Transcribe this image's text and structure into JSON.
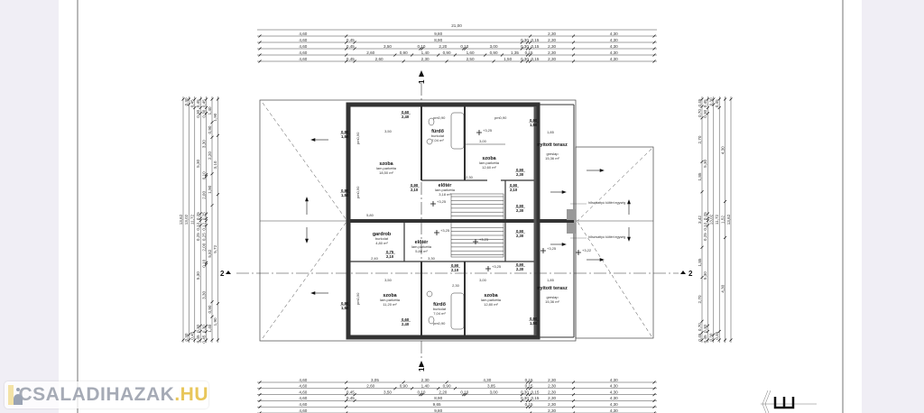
{
  "watermark": {
    "brand": "CSALADIHAZAK",
    "tld": ".HU"
  },
  "plan": {
    "section_marks": {
      "top": "1",
      "bottom": "1",
      "left": "2",
      "right": "2"
    },
    "overall_width": "21,00",
    "dim_rows_top": [
      [
        "4,60",
        "9,80",
        "2,30",
        "4,30"
      ],
      [
        "4,60",
        "0,45",
        "8,90",
        "0,30",
        "0,15",
        "2,30",
        "4,30"
      ],
      [
        "4,60",
        "0,45",
        "3,50",
        "0,10",
        "2,20",
        "0,10",
        "3,00",
        "0,30",
        "0,15",
        "2,30",
        "4,30"
      ],
      [
        "4,60",
        "2,60",
        "0,90",
        "1,40",
        "0,90",
        "1,60",
        "0,90",
        "1,35",
        "0,15",
        "2,30",
        "4,30"
      ],
      [
        "4,60",
        "0,45",
        "2,60",
        "2,30",
        "2,50",
        "1,50",
        "0,30",
        "0,15",
        "2,30",
        "4,30"
      ]
    ],
    "dim_rows_bottom": [
      [
        "4,60",
        "3,05",
        "2,30",
        "4,30",
        "0,15",
        "2,30",
        "4,30"
      ],
      [
        "4,60",
        "2,60",
        "0,90",
        "1,40",
        "0,90",
        "3,85",
        "0,15",
        "2,30",
        "4,30"
      ],
      [
        "4,60",
        "0,45",
        "3,50",
        "0,10",
        "2,20",
        "0,10",
        "3,00",
        "0,30",
        "0,15",
        "2,30",
        "4,30"
      ],
      [
        "4,60",
        "0,45",
        "8,90",
        "0,30",
        "0,15",
        "2,30",
        "4,30"
      ],
      [
        "4,60",
        "9,65",
        "0,15",
        "2,30",
        "4,30"
      ],
      [
        "4,60",
        "9,80",
        "2,30",
        "4,30"
      ]
    ],
    "dim_cols_left": [
      [
        "13,62"
      ],
      [
        "0,30",
        "13,02",
        "0,30"
      ],
      [
        "0,45",
        "11,72",
        "0,45"
      ],
      [
        "0,45",
        "0,30",
        "5,30",
        "0,25",
        "0,12",
        "0,25",
        "5,30",
        "0,30",
        "0,45"
      ],
      [
        "0,45",
        "0,30",
        "3,30",
        "0,10",
        "2,00",
        "0,25",
        "0,12",
        "0,25",
        "2,00",
        "0,10",
        "3,30",
        "0,30",
        "0,45"
      ],
      [
        "1,40",
        "0,90",
        "2,20",
        "1,90",
        "5,82",
        "0,90",
        "1,40"
      ],
      [
        "1,90",
        "3,10",
        "5,72",
        "1,90"
      ]
    ],
    "dim_cols_right": [
      [
        "0,45",
        "0,70",
        "2,70",
        "1,85",
        "3,42",
        "1,85",
        "2,70",
        "0,70",
        "0,45"
      ],
      [
        "0,45",
        "0,30",
        "5,30",
        "0,25",
        "0,12",
        "0,25",
        "5,30",
        "0,30",
        "0,45"
      ],
      [
        "0,30",
        "13,02",
        "0,30"
      ],
      [
        "0,45",
        "11,72",
        "0,45"
      ],
      [
        "4,30",
        "1,52",
        "4,30"
      ],
      [
        "13,62"
      ]
    ],
    "rooms": [
      {
        "name": "szoba",
        "floor": "lam.parketta",
        "area": "18,50 m²"
      },
      {
        "name": "fürdő",
        "floor": "burkolat",
        "area": "7,04 m²"
      },
      {
        "name": "szoba",
        "floor": "lam.parketta",
        "area": "12,60 m²"
      },
      {
        "name": "nyitott terasz",
        "floor": "greslap",
        "area": "15,36 m²"
      },
      {
        "name": "előtér",
        "floor": "lam.parketta",
        "area": "3,18 m²"
      },
      {
        "name": "gardrob",
        "floor": "burkolat",
        "area": "4,80 m²"
      },
      {
        "name": "előtér",
        "floor": "lam.parketta",
        "area": "5,88 m²"
      },
      {
        "name": "szoba",
        "floor": "lam.parketta",
        "area": "11,20 m²"
      },
      {
        "name": "fürdő",
        "floor": "burkolat",
        "area": "7,04 m²"
      },
      {
        "name": "szoba",
        "floor": "lam.parketta",
        "area": "12,80 m²"
      },
      {
        "name": "nyitott terasz",
        "floor": "greslap",
        "area": "15,36 m²"
      }
    ],
    "openings": [
      {
        "w": "0,90",
        "h": "1,50"
      },
      {
        "w": "0,90",
        "h": "1,50"
      },
      {
        "w": "0,90",
        "h": "1,50"
      },
      {
        "w": "0,90",
        "h": "2,30"
      },
      {
        "w": "0,90",
        "h": "2,30"
      },
      {
        "w": "0,90",
        "h": "2,10"
      },
      {
        "w": "0,90",
        "h": "2,10"
      },
      {
        "w": "0,75",
        "h": "2,10"
      },
      {
        "w": "0,90",
        "h": "2,10"
      },
      {
        "w": "0,90",
        "h": "2,30"
      },
      {
        "w": "0,90",
        "h": "2,30"
      },
      {
        "w": "0,90",
        "h": "1,50"
      },
      {
        "w": "0,90",
        "h": "1,50"
      },
      {
        "w": "0,60",
        "h": "2,40"
      },
      {
        "w": "0,60",
        "h": "2,40"
      }
    ],
    "parapets": [
      "pm0,90",
      "pm0,90",
      "pm0,90",
      "pm0,90",
      "pm0,90",
      "pm0,90"
    ],
    "inner_dims": [
      "3,50",
      "3,00",
      "1,85",
      "5,80",
      "2,30",
      "2,40",
      "3,30",
      "3,50",
      "3,00",
      "1,85",
      "2,30"
    ],
    "levels": [
      "+3,25",
      "+3,25",
      "+3,25",
      "+3,25",
      "+3,25",
      "+3,25",
      "+3,22"
    ],
    "annotations": [
      "hőszivattyú kültéri egység",
      "hőszivattyú kültéri egység"
    ]
  }
}
